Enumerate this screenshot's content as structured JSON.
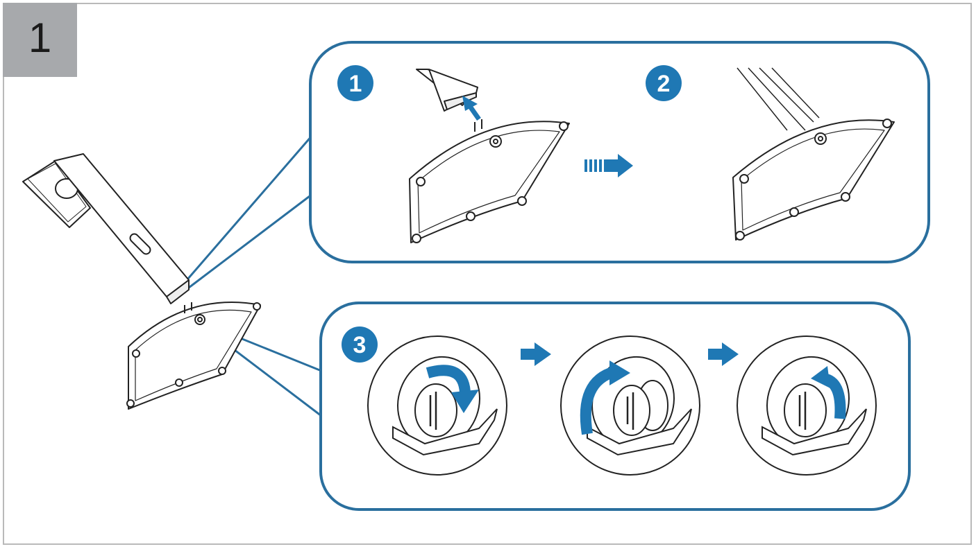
{
  "step_number": "1",
  "badges": [
    "1",
    "2",
    "3"
  ],
  "colors": {
    "accent": "#1f78b4",
    "panel_border": "#2a6f9e",
    "line": "#222222",
    "step_box": "#a7a9ac",
    "frame": "#b9b9b9"
  },
  "icons": [
    "stand-neck",
    "stand-base",
    "thumbscrew",
    "right-arrow",
    "rotate-arrow",
    "up-arrow"
  ]
}
